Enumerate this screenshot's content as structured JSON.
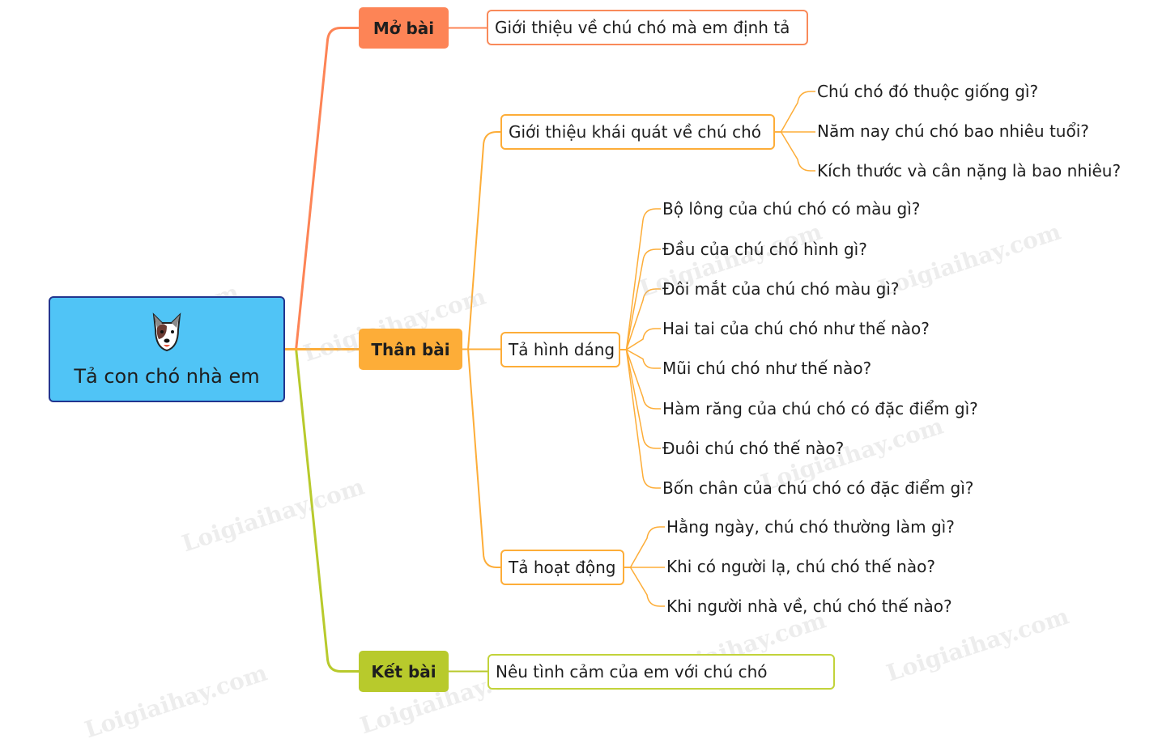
{
  "root": {
    "label": "Tả con chó nhà em",
    "icon": "dog-face-icon"
  },
  "colors": {
    "mo_bai": "#fd8456",
    "than_bai": "#fdad38",
    "ket_bai": "#b8ca2c",
    "root_fill": "#50c4f6",
    "root_border": "#22358f"
  },
  "branches": {
    "mo_bai": {
      "label": "Mở bài",
      "child": "Giới thiệu về chú chó mà em định tả"
    },
    "than_bai": {
      "label": "Thân bài",
      "sub": [
        {
          "label": "Giới thiệu khái quát về chú chó",
          "items": [
            "Chú chó đó thuộc giống gì?",
            "Năm nay chú chó bao nhiêu tuổi?",
            "Kích thước và cân nặng là bao nhiêu?"
          ]
        },
        {
          "label": "Tả hình dáng",
          "items": [
            "Bộ lông của chú chó có màu gì?",
            "Đầu của chú chó hình gì?",
            "Đôi mắt của chú chó màu gì?",
            "Hai tai của chú chó như thế nào?",
            "Mũi chú chó như thế nào?",
            "Hàm răng của chú chó có đặc điểm gì?",
            "Đuôi chú chó thế nào?",
            "Bốn chân của chú chó có đặc điểm gì?"
          ]
        },
        {
          "label": "Tả hoạt động",
          "items": [
            "Hằng ngày, chú chó thường làm gì?",
            "Khi có người lạ, chú chó thế nào?",
            "Khi người nhà về, chú chó thế nào?"
          ]
        }
      ]
    },
    "ket_bai": {
      "label": "Kết bài",
      "child": "Nêu tình cảm của em với chú chó"
    }
  },
  "watermark": "Loigiaihay.com"
}
